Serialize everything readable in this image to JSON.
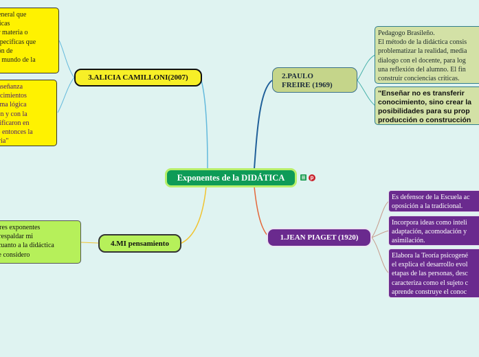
{
  "center": {
    "title": "Exponentes de la DIDÁTICA",
    "icons": [
      "notes-icon",
      "pinterest-icon"
    ]
  },
  "branches": {
    "freire": {
      "title": "2.PAULO\nFREIRE (1969)",
      "notes": [
        "Pedagogo Brasileño.\nEl método de la didáctica consis\nproblematizar la realidad, media\ndialogo con el docente, para log\nuna reflexión del alumno. El fin\nconstruir conciencias críticas.",
        "\"Enseñar no es transferir\nconocimiento, sino crear la\nposibilidades para su prop\nproducción o construcción"
      ]
    },
    "camilloni": {
      "title": "3.ALICIA CAMILLONI(2007)",
      "notes": [
        "a general que\nécnicas\nuier materia o\ns especificas que\nación de\n del mundo de la",
        "a enseñanza\nonocimientos\nmisma lógica\nieron y con la\njustificaron en\nario entonces la\nesaria\""
      ]
    },
    "pensamiento": {
      "title": "4.MI pensamiento",
      "notes": [
        "os tres exponentes\nr y respaldar mi\nen cuanto a la didáctica\n que considero"
      ]
    },
    "piaget": {
      "title": "1.JEAN PIAGET (1920)",
      "notes": [
        "Es defensor de la Escuela ac\noposición a la tradicional.",
        "Incorpora ideas como inteli\nadaptación, acomodación y\nasimilación.",
        "Elabora la Teoría psicogené\nel explica el desarrollo evol\netapas de las personas, desc\ncaracteriza como el sujeto c\naprende construye el conoc"
      ]
    }
  },
  "colors": {
    "background": "#dff3f1",
    "center_fill": "#0e9b57",
    "freire_link": "#1f5f99",
    "camilloni_link": "#62b9dc",
    "pensamiento_link": "#f0c330",
    "piaget_link": "#e4673a",
    "piaget_fill": "#6a2a8e"
  }
}
